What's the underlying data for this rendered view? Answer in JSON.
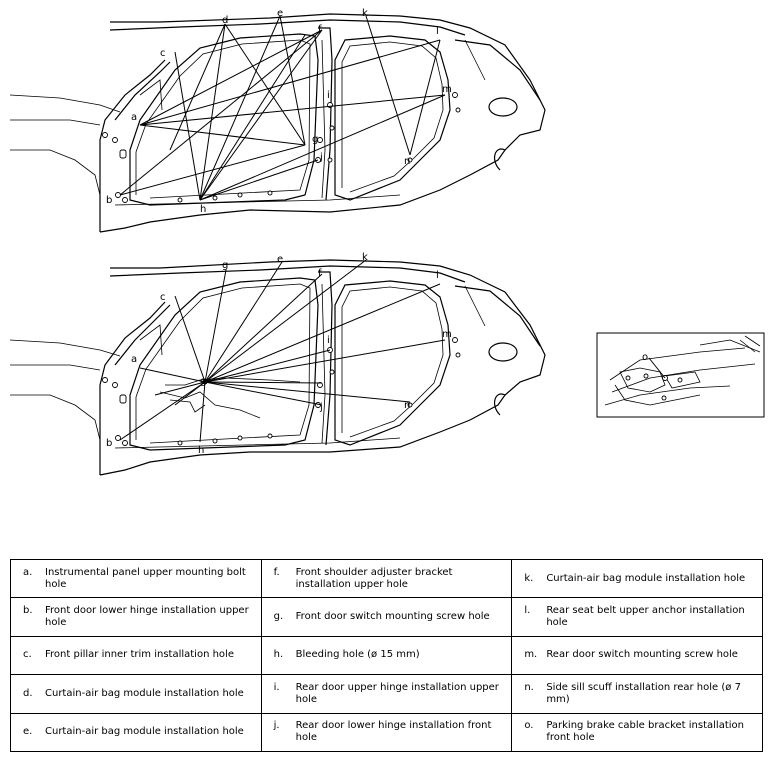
{
  "diagram": {
    "top_labels": [
      "a",
      "b",
      "c",
      "d",
      "e",
      "f",
      "g",
      "h",
      "i",
      "j",
      "k",
      "l",
      "m",
      "n"
    ],
    "bottom_labels": [
      "a",
      "b",
      "c",
      "e",
      "f",
      "g",
      "h",
      "i",
      "j",
      "k",
      "l",
      "m",
      "n"
    ],
    "inset_labels": [
      "o"
    ]
  },
  "legend": [
    [
      {
        "letter": "a.",
        "text": "Instrumental panel upper mounting bolt hole"
      },
      {
        "letter": "f.",
        "text": "Front shoulder adjuster bracket installation upper hole"
      },
      {
        "letter": "k.",
        "text": "Curtain-air bag module installation hole"
      }
    ],
    [
      {
        "letter": "b.",
        "text": "Front door lower hinge installation upper hole"
      },
      {
        "letter": "g.",
        "text": "Front door switch mounting screw hole"
      },
      {
        "letter": "l.",
        "text": "Rear seat belt upper anchor installation hole"
      }
    ],
    [
      {
        "letter": "c.",
        "text": "Front pillar inner trim installation hole"
      },
      {
        "letter": "h.",
        "text": "Bleeding hole (ø 15 mm)"
      },
      {
        "letter": "m.",
        "text": "Rear door switch mounting screw hole"
      }
    ],
    [
      {
        "letter": "d.",
        "text": "Curtain-air bag module installation hole"
      },
      {
        "letter": "i.",
        "text": "Rear door upper hinge installation upper hole"
      },
      {
        "letter": "n.",
        "text": "Side sill scuff installation rear hole (ø 7 mm)"
      }
    ],
    [
      {
        "letter": "e.",
        "text": "Curtain-air bag module installation hole"
      },
      {
        "letter": "j.",
        "text": "Rear door lower hinge installation front hole"
      },
      {
        "letter": "o.",
        "text": "Parking brake cable bracket installation front hole"
      }
    ]
  ]
}
